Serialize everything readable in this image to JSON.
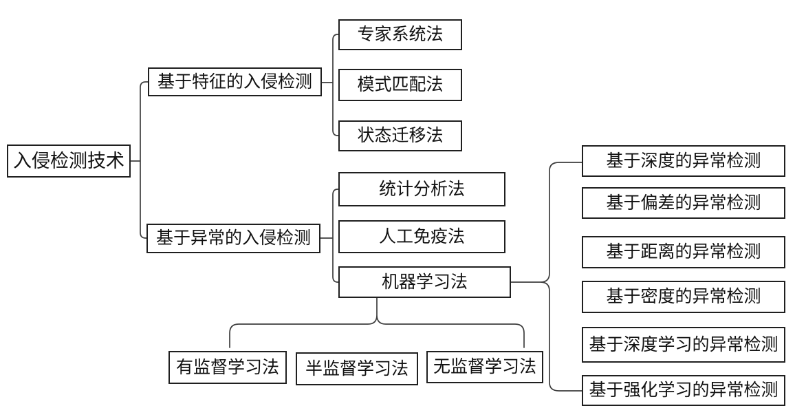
{
  "tree": {
    "root": {
      "label": "入侵检测技术"
    },
    "feature_branch": {
      "label": "基于特征的入侵检测",
      "methods": [
        "专家系统法",
        "模式匹配法",
        "状态迁移法"
      ]
    },
    "anomaly_branch": {
      "label": "基于异常的入侵检测",
      "methods": [
        "统计分析法",
        "人工免疫法",
        "机器学习法"
      ]
    },
    "machine_learning_children": {
      "anomaly_detection_methods": [
        "基于深度的异常检测",
        "基于偏差的异常检测",
        "基于距离的异常检测",
        "基于密度的异常检测",
        "基于深度学习的异常检测",
        "基于强化学习的异常检测"
      ],
      "learning_paradigms": [
        "有监督学习法",
        "半监督学习法",
        "无监督学习法"
      ]
    }
  },
  "colors": {
    "background": "#ffffff",
    "box_border": "#1f1f1f",
    "connector_line": "#3d3d3d",
    "text": "#111111"
  }
}
